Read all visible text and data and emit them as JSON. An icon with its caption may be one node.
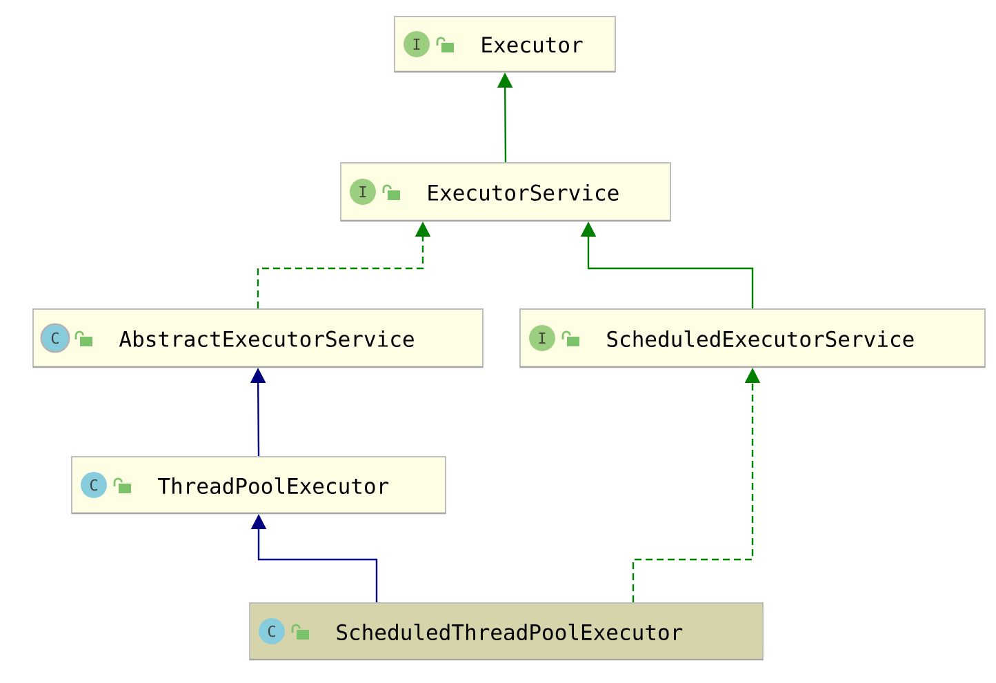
{
  "diagram": {
    "nodes": [
      {
        "text": [
          "I",
          "Executor"
        ]
      },
      {
        "text": [
          "I",
          "ExecutorService"
        ]
      },
      {
        "text": [
          "C",
          "AbstractExecutorService"
        ]
      },
      {
        "text": [
          "I",
          "ScheduledExecutorService"
        ]
      },
      {
        "text": [
          "C",
          "ThreadPoolExecutor"
        ]
      },
      {
        "text": [
          "C",
          "ScheduledThreadPoolExecutor"
        ]
      }
    ],
    "edges": [
      {
        "from": 1,
        "to": 0,
        "arrow": "to"
      },
      {
        "from": 2,
        "to": 1,
        "arrow": "to",
        "style": "dashed"
      },
      {
        "from": 3,
        "to": 1,
        "arrow": "to"
      },
      {
        "from": 4,
        "to": 2,
        "arrow": "to",
        "color": "#000080"
      },
      {
        "from": 5,
        "to": 4,
        "arrow": "to",
        "color": "#000080"
      },
      {
        "from": 5,
        "to": 3,
        "arrow": "to",
        "style": "dashed"
      }
    ]
  }
}
